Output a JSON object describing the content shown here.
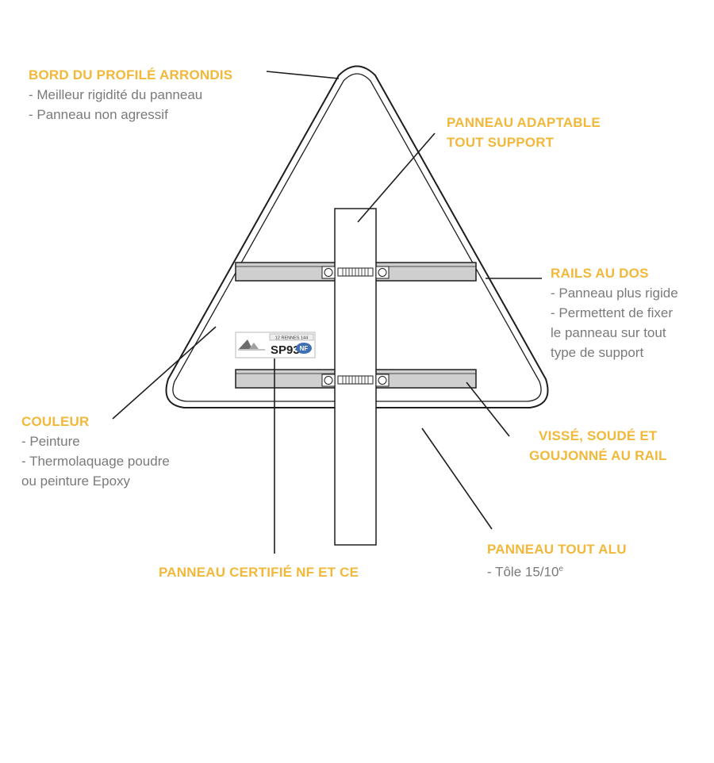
{
  "colors": {
    "heading": "#f2b83a",
    "body_text": "#7a7a7a",
    "line": "#1e1e1e",
    "rail_fill": "#cfcfcf"
  },
  "labels": {
    "bord": {
      "title": "BORD DU PROFILÉ ARRONDIS",
      "lines": [
        "- Meilleur rigidité du panneau",
        "- Panneau non agressif"
      ]
    },
    "adaptable": {
      "title_lines": [
        "PANNEAU ADAPTABLE",
        "TOUT SUPPORT"
      ]
    },
    "rails": {
      "title": "RAILS AU DOS",
      "lines": [
        "- Panneau plus rigide",
        "- Permettent de fixer",
        "le panneau sur tout",
        "type de support"
      ]
    },
    "couleur": {
      "title": "COULEUR",
      "lines": [
        "- Peinture",
        "- Thermolaquage poudre",
        "ou peinture Epoxy"
      ]
    },
    "visse": {
      "title_lines": [
        "VISSÉ, SOUDÉ ET",
        "GOUJONNÉ AU RAIL"
      ]
    },
    "alu": {
      "title": "PANNEAU TOUT ALU",
      "line_text": "- Tôle 15/10",
      "line_sup": "e"
    },
    "certifie": {
      "title": "PANNEAU CERTIFIÉ NF ET CE"
    }
  },
  "plate": {
    "header_text": "12 RENNES 144",
    "code": "SP93",
    "nf_mark": "NF"
  }
}
